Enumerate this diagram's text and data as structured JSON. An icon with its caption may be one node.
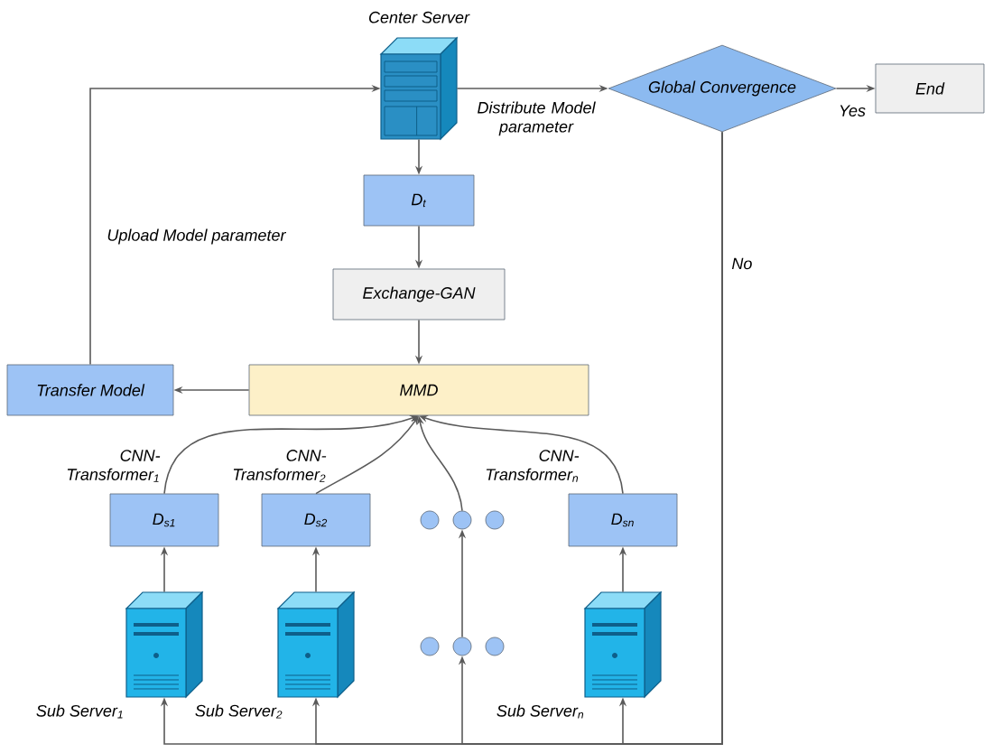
{
  "diagram": {
    "nodes": [
      {
        "text": [],
        "shape": "picture",
        "beside": [
          "Center Server"
        ]
      },
      {
        "text": [
          "Global Convergence"
        ]
      },
      {
        "text": [
          "End"
        ]
      },
      {
        "text": [
          "D$_{t}$"
        ]
      },
      {
        "text": [
          "Exchange-GAN"
        ]
      },
      {
        "text": [
          "Transfer Model"
        ]
      },
      {
        "text": [
          "MMD"
        ]
      },
      {
        "text": [
          "D$_{s1}$"
        ]
      },
      {
        "text": [
          "D$_{s2}$"
        ]
      },
      {
        "text": [],
        "shape": "circle"
      },
      {
        "text": [],
        "shape": "circle"
      },
      {
        "text": [],
        "shape": "circle"
      },
      {
        "text": [
          "D$_{sn}$"
        ]
      },
      {
        "text": [],
        "shape": "picture",
        "beside": [
          "Sub Server$_{1}$"
        ]
      },
      {
        "text": [],
        "shape": "picture",
        "beside": [
          "Sub Server$_{2}$"
        ]
      },
      {
        "text": [],
        "shape": "circle"
      },
      {
        "text": [],
        "shape": "circle"
      },
      {
        "text": [],
        "shape": "circle"
      },
      {
        "text": [],
        "shape": "picture",
        "beside": [
          "Sub Server$_{n}$"
        ]
      }
    ],
    "edges": [
      {
        "from": 0,
        "to": 1,
        "arrow": "to",
        "label": "Distribute Model parameter"
      },
      {
        "from": 1,
        "to": 2,
        "arrow": "to",
        "label": "Yes"
      },
      {
        "from": 0,
        "to": 3,
        "arrow": "to"
      },
      {
        "from": 3,
        "to": 4,
        "arrow": "to"
      },
      {
        "from": 4,
        "to": 6,
        "arrow": "to"
      },
      {
        "from": 6,
        "to": 5,
        "arrow": "to"
      },
      {
        "from": 5,
        "to": 0,
        "arrow": "to",
        "label": "Upload Model parameter"
      },
      {
        "from": 7,
        "to": 6,
        "arrow": "to",
        "label": "CNN- Transformer$_{1}$"
      },
      {
        "from": 8,
        "to": 6,
        "arrow": "to",
        "label": "CNN- Transformer$_{2}$"
      },
      {
        "from": 10,
        "to": 6,
        "arrow": "to"
      },
      {
        "from": 12,
        "to": 6,
        "arrow": "to",
        "label": "CNN- Transformer$_{n}$"
      },
      {
        "from": 13,
        "to": 7,
        "arrow": "to"
      },
      {
        "from": 14,
        "to": 8,
        "arrow": "to"
      },
      {
        "from": 16,
        "to": 10,
        "arrow": "to"
      },
      {
        "from": 18,
        "to": 12,
        "arrow": "to"
      },
      {
        "from": 1,
        "to": 13,
        "arrow": "to",
        "label": "No"
      },
      {
        "from": 1,
        "to": 14,
        "arrow": "to"
      },
      {
        "from": 1,
        "to": 16,
        "arrow": "to"
      },
      {
        "from": 1,
        "to": 18,
        "arrow": "to"
      }
    ]
  }
}
